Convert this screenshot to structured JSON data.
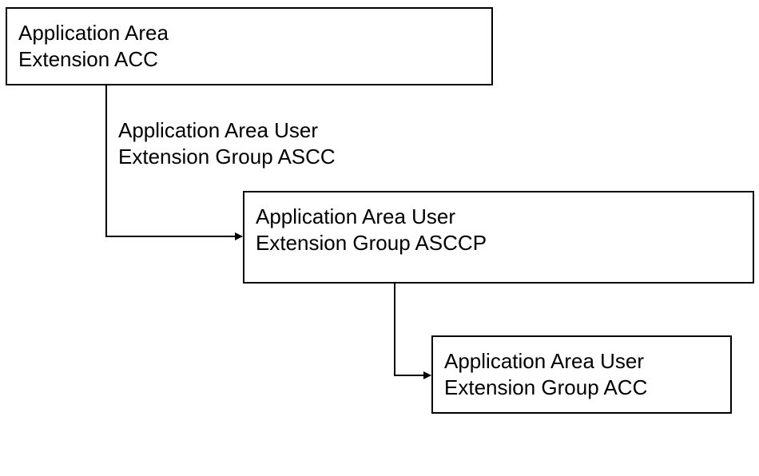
{
  "boxes": {
    "acc_root": {
      "line1": "Application Area",
      "line2": "Extension ACC"
    },
    "asccp": {
      "line1": "Application Area User",
      "line2": "Extension Group ASCCP"
    },
    "acc_child": {
      "line1": "Application Area User",
      "line2": "Extension Group ACC"
    }
  },
  "connector_label": {
    "line1": "Application Area User",
    "line2": "Extension Group ASCC"
  },
  "colors": {
    "stroke": "#000000",
    "background": "#ffffff"
  }
}
